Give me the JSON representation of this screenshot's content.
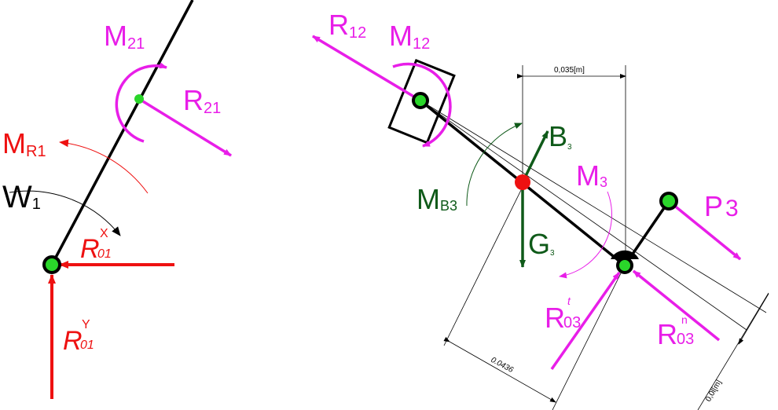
{
  "colors": {
    "magenta": "#e81ee8",
    "red": "#ee1111",
    "green": "#0f5a19",
    "joint_green": "#2ad62a",
    "black": "#000000"
  },
  "left": {
    "M21": {
      "main": "M",
      "sub": "21"
    },
    "R21": {
      "main": "R",
      "sub": "21"
    },
    "MR1": {
      "main": "M",
      "sub": "R1"
    },
    "W1": {
      "main": "W",
      "sub": "1"
    },
    "R01x": {
      "main": "R",
      "sub": "01",
      "sup": "X"
    },
    "R01y": {
      "main": "R",
      "sub": "01",
      "sup": "Y"
    }
  },
  "right": {
    "R12": {
      "main": "R",
      "sub": "12"
    },
    "M12": {
      "main": "M",
      "sub": "12"
    },
    "B3": {
      "main": "B",
      "sub": "3"
    },
    "MB3": {
      "main": "M",
      "sub": "B3"
    },
    "M3": {
      "main": "M",
      "sub": "3"
    },
    "G3": {
      "main": "G",
      "sub": "3"
    },
    "P3": {
      "main": "P",
      "sub": "3"
    },
    "R03t": {
      "main": "R",
      "sub": "03",
      "sup": "t"
    },
    "R03n": {
      "main": "R",
      "sub": "03",
      "sup": "n"
    }
  },
  "dimensions": {
    "d035": "0,035[m]",
    "d0436": "0.0436",
    "d01": "0,0l[m]"
  }
}
